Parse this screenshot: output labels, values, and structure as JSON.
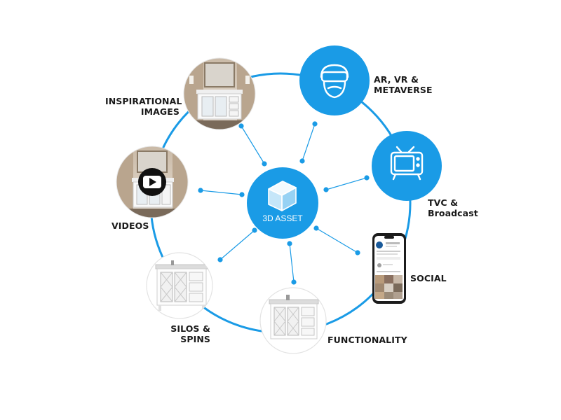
{
  "center": {
    "label": "3D ASSET",
    "icon": "cube-icon"
  },
  "colors": {
    "accent": "#1a9be6",
    "ring": "#1a9be6",
    "text": "#1a1a1a"
  },
  "nodes": [
    {
      "id": "inspirational-images",
      "lines": [
        "INSPIRATIONAL",
        "IMAGES"
      ],
      "icon": "bathroom-vanity-photo"
    },
    {
      "id": "ar-vr-metaverse",
      "lines": [
        "AR, VR &",
        "METAVERSE"
      ],
      "icon": "vr-headset-icon"
    },
    {
      "id": "tvc-broadcast",
      "lines": [
        "TVC &",
        "Broadcast"
      ],
      "icon": "tv-icon"
    },
    {
      "id": "social",
      "lines": [
        "SOCIAL"
      ],
      "icon": "smartphone-icon"
    },
    {
      "id": "functionality",
      "lines": [
        "FUNCTIONALITY"
      ],
      "icon": "vanity-render"
    },
    {
      "id": "silos-spins",
      "lines": [
        "SILOS &",
        "SPINS"
      ],
      "icon": "vanity-silo"
    },
    {
      "id": "videos",
      "lines": [
        "VIDEOS"
      ],
      "icon": "play-button-icon"
    }
  ]
}
